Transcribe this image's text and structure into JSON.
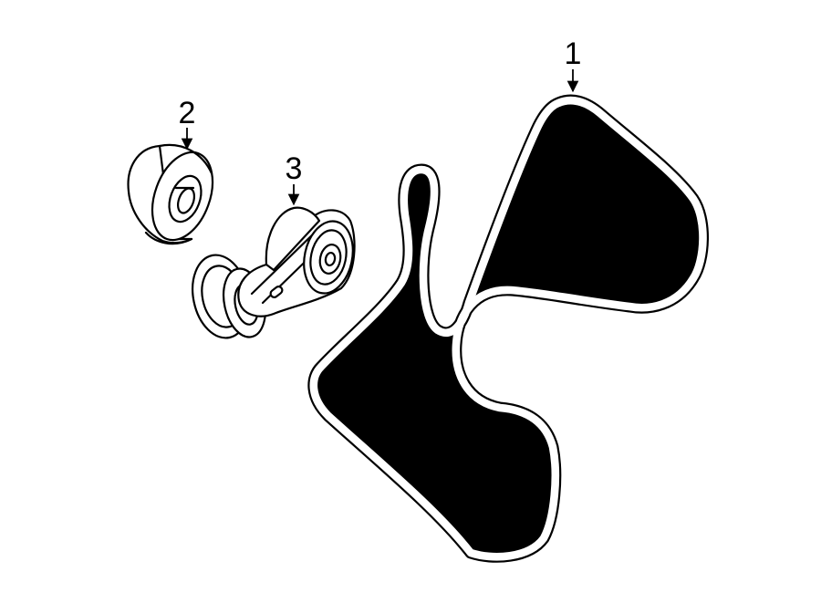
{
  "diagram": {
    "background": "#ffffff",
    "line_color": "#000000",
    "callouts": [
      {
        "id": "belt",
        "label": "1"
      },
      {
        "id": "idler-pulley",
        "label": "2"
      },
      {
        "id": "tensioner",
        "label": "3"
      }
    ]
  }
}
